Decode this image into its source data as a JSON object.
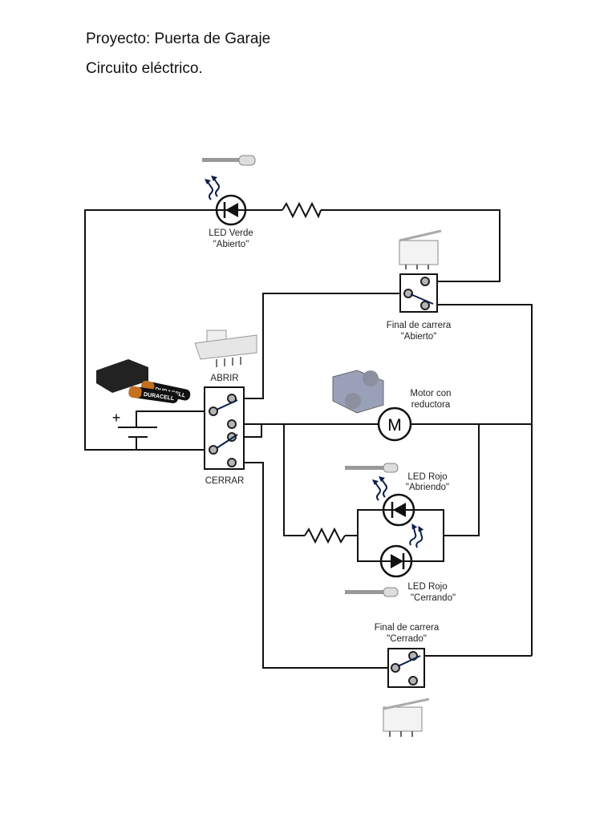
{
  "header": {
    "title": "Proyecto: Puerta de Garaje",
    "subtitle": "Circuito eléctrico."
  },
  "diagram": {
    "led_verde": {
      "line1": "LED Verde",
      "line2": "\"Abierto\""
    },
    "final_abierto": {
      "line1": "Final de carrera",
      "line2": "\"Abierto\""
    },
    "switch_top_label": "ABRIR",
    "switch_bottom_label": "CERRAR",
    "battery_plus": "+",
    "battery_brand": "DURACELL",
    "motor": {
      "line1": "Motor con",
      "line2": "reductora",
      "symbol": "M"
    },
    "led_rojo_abriendo": {
      "line1": "LED Rojo",
      "line2": "\"Abriendo\""
    },
    "led_rojo_cerrando": {
      "line1": "LED Rojo",
      "line2": "\"Cerrando\""
    },
    "final_cerrado": {
      "line1": "Final de carrera",
      "line2": "\"Cerrado\""
    },
    "colors": {
      "wire": "#111111",
      "light_arrow": "#0c1f4a",
      "contact": "#b5b5b5"
    }
  }
}
